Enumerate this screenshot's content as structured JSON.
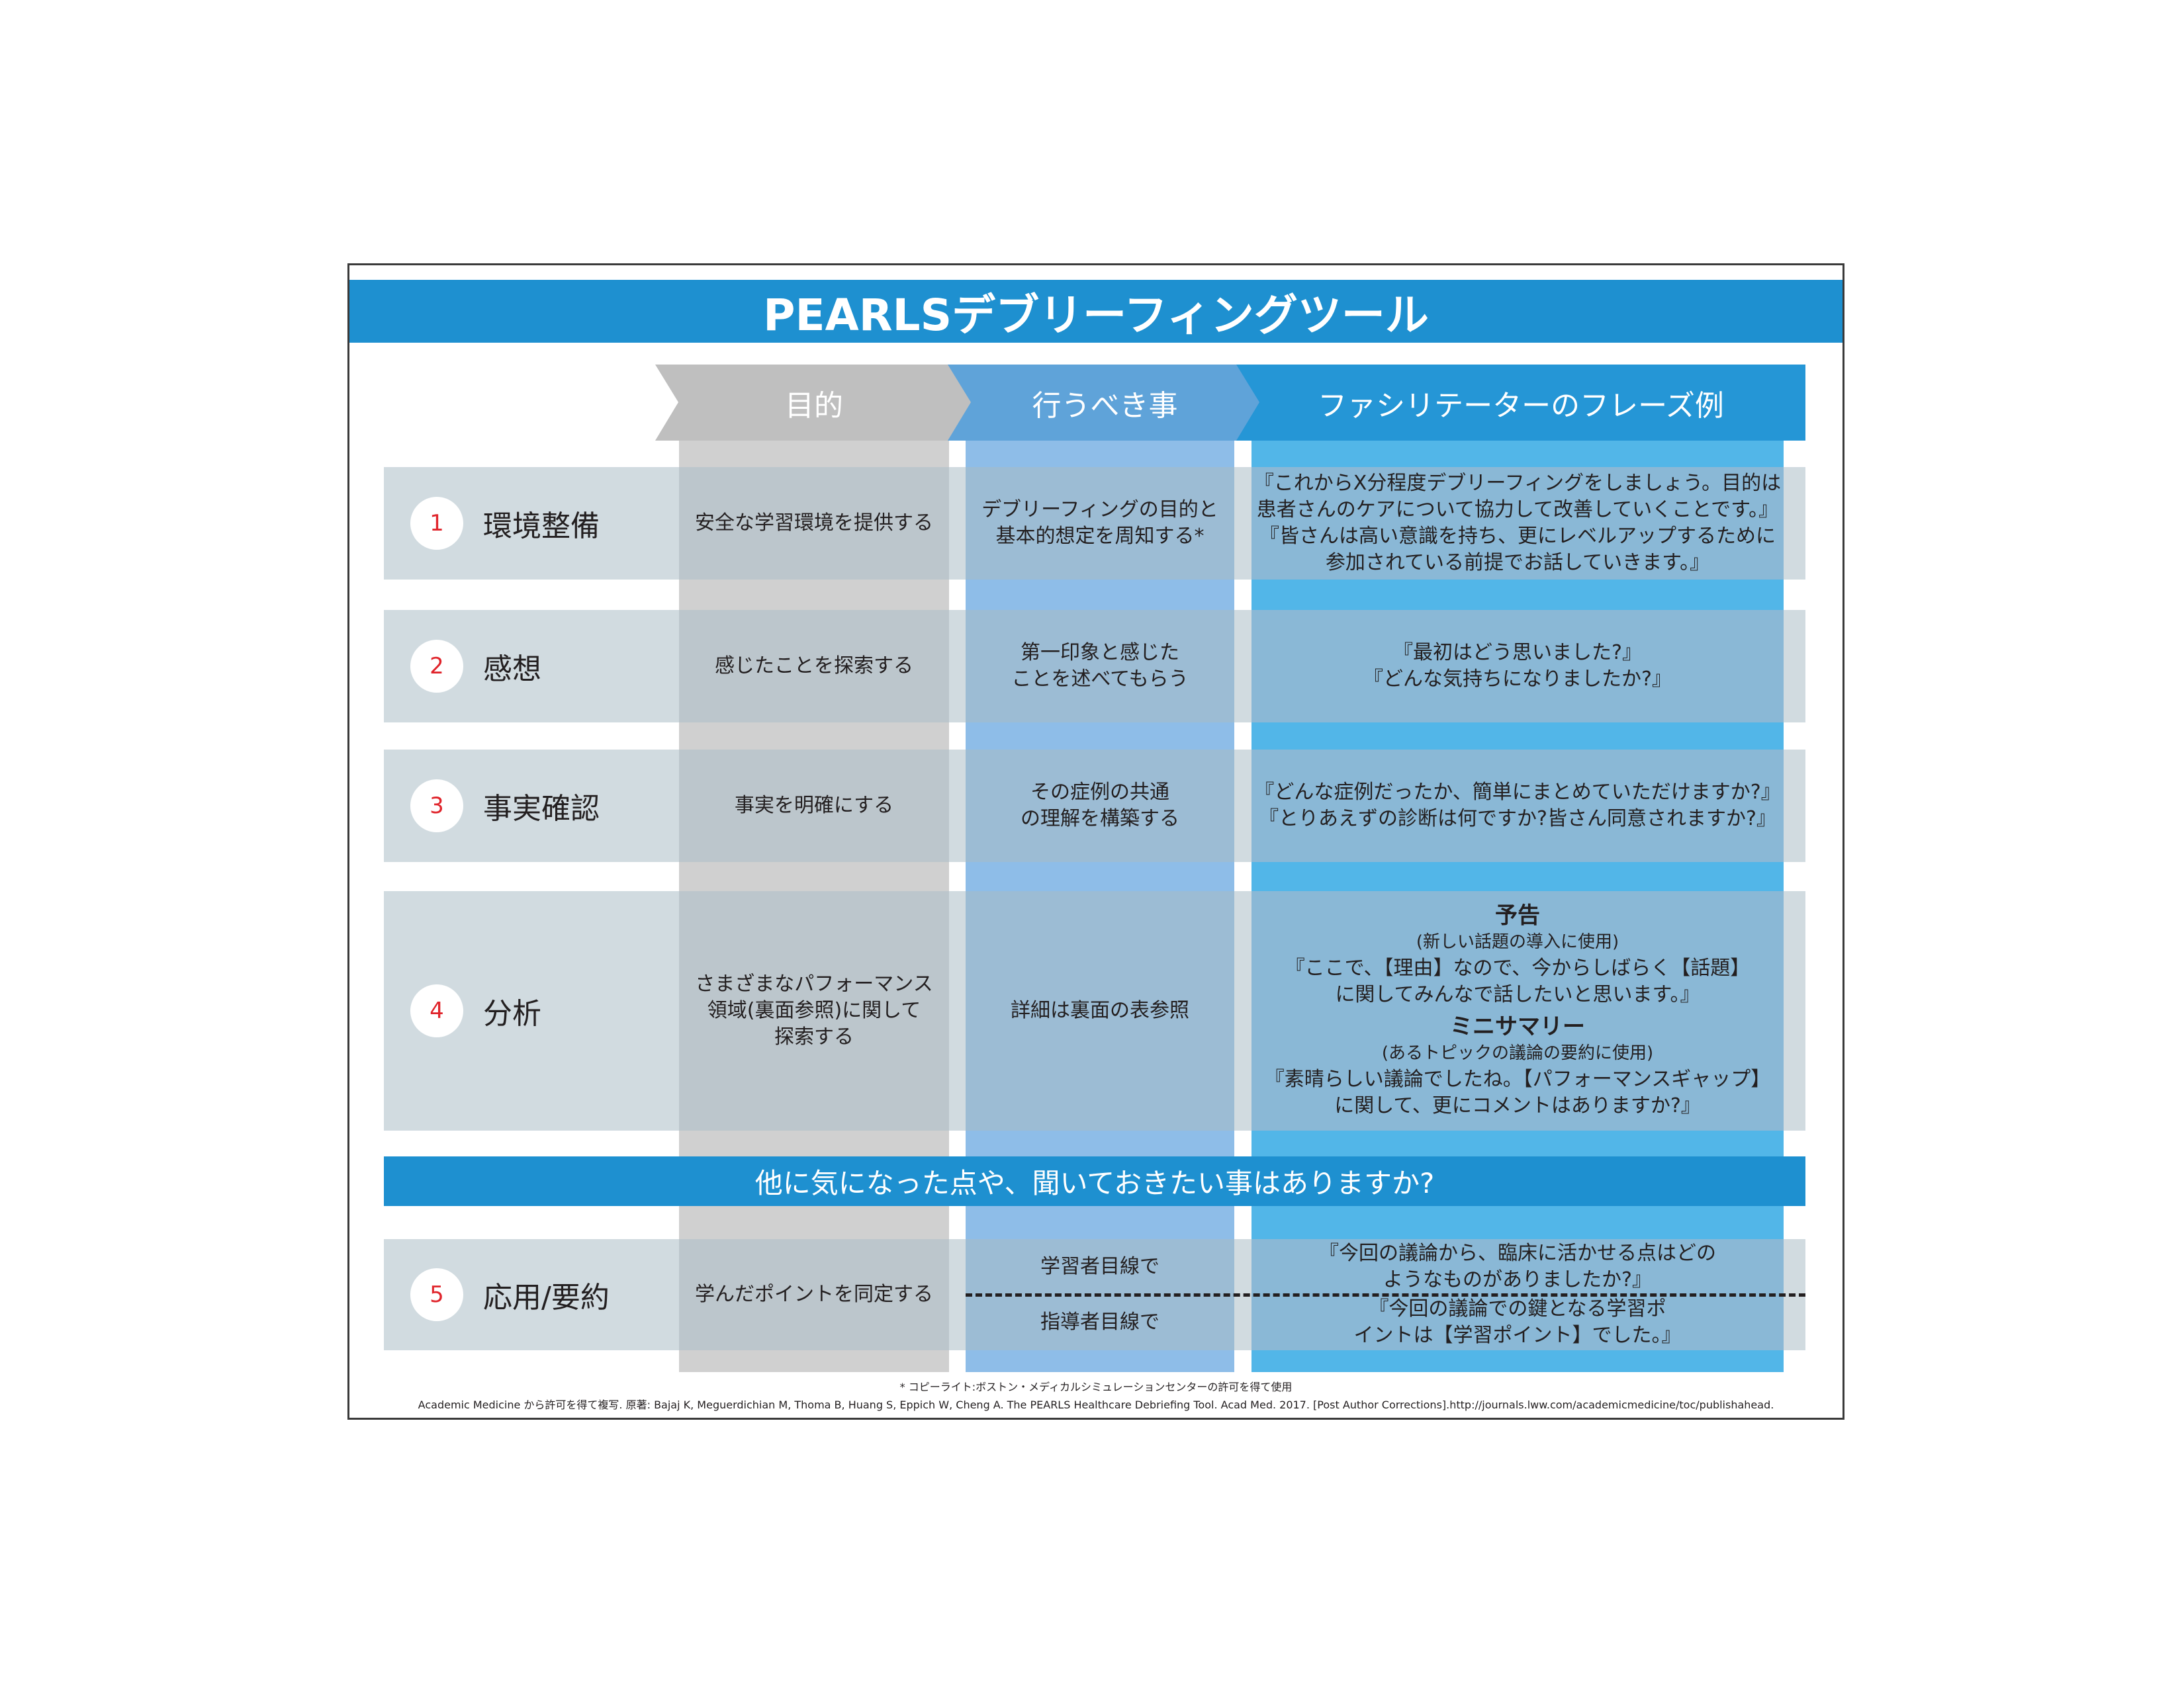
{
  "title": "PEARLSデブリーフィングツール",
  "columns": [
    "目的",
    "行うべき事",
    "ファシリテーターのフレーズ例"
  ],
  "rows": [
    {
      "number": "1",
      "label": "環境整備",
      "purpose": "安全な学習環境を提供する",
      "action_l1": "デブリーフィングの目的と",
      "action_l2": "基本的想定を周知する*",
      "phrase_l1": "『これからX分程度デブリーフィングをしましょう。目的は",
      "phrase_l2": "患者さんのケアについて協力して改善していくことです。』",
      "phrase_l3": "『皆さんは高い意識を持ち、更にレベルアップするために",
      "phrase_l4": "参加されている前提でお話していきます。』"
    },
    {
      "number": "2",
      "label": "感想",
      "purpose": "感じたことを探索する",
      "action_l1": "第一印象と感じた",
      "action_l2": "ことを述べてもらう",
      "phrase_l1": "『最初はどう思いました?』",
      "phrase_l2": "『どんな気持ちになりましたか?』"
    },
    {
      "number": "3",
      "label": "事実確認",
      "purpose": "事実を明確にする",
      "action_l1": "その症例の共通",
      "action_l2": "の理解を構築する",
      "phrase_l1": "『どんな症例だったか、簡単にまとめていただけますか?』",
      "phrase_l2": "『とりあえずの診断は何ですか?皆さん同意されますか?』"
    },
    {
      "number": "4",
      "label": "分析",
      "purpose_l1": "さまざまなパフォーマンス",
      "purpose_l2": "領域(裏面参照)に関して",
      "purpose_l3": "探索する",
      "action": "詳細は裏面の表参照",
      "signpost_title": "予告",
      "signpost_note": "(新しい話題の導入に使用)",
      "signpost_l1": "『ここで、【理由】なので、今からしばらく【話題】",
      "signpost_l2": "に関してみんなで話したいと思います。』",
      "summary_title": "ミニサマリー",
      "summary_note": "(あるトピックの議論の要約に使用)",
      "summary_l1": "『素晴らしい議論でしたね。【パフォーマンスギャップ】",
      "summary_l2": "に関して、更にコメントはありますか?』"
    },
    {
      "number": "5",
      "label": "応用/要約",
      "purpose": "学んだポイントを同定する",
      "action_top": "学習者目線で",
      "action_bottom": "指導者目線で",
      "phrase_top_l1": "『今回の議論から、臨床に活かせる点はどの",
      "phrase_top_l2": "ようなものがありましたか?』",
      "phrase_bottom_l1": "『今回の議論での鍵となる学習ポ",
      "phrase_bottom_l2": "イントは【学習ポイント】でした。』"
    }
  ],
  "question_bar": "他に気になった点や、聞いておきたい事はありますか?",
  "footnote": "* コピーライト:ボストン・メディカルシミュレーションセンターの許可を得て使用",
  "citation": "Academic Medicine から許可を得て複写. 原著: Bajaj K, Meguerdichian M, Thoma B, Huang S, Eppich W, Cheng A. The PEARLS Healthcare Debriefing Tool. Acad Med. 2017. [Post Author Corrections].http://journals.lww.com/academicmedicine/toc/publishahead.",
  "colors": {
    "title_bar": "#1e90d0",
    "col1_head": "#bfbfbf",
    "col2_head": "#5fa3d9",
    "col3_head": "#2596d6",
    "number": "#e0242b"
  }
}
